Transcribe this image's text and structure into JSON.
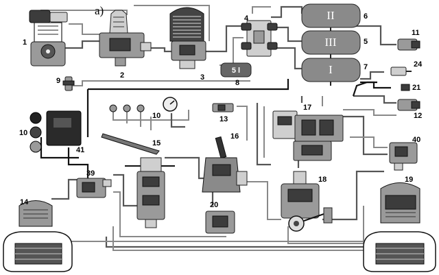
{
  "caption": "a)",
  "tanks": [
    {
      "roman": "II",
      "number": "6"
    },
    {
      "roman": "III",
      "number": "5"
    },
    {
      "roman": "I",
      "number": "7"
    }
  ],
  "small_tank_label": "5 l",
  "labels": {
    "n1": "1",
    "n2": "2",
    "n3": "3",
    "n4": "4",
    "n8": "8",
    "n9": "9",
    "n10a": "10",
    "n10b": "10",
    "n11": "11",
    "n12": "12",
    "n13": "13",
    "n14": "14",
    "n15": "15",
    "n16": "16",
    "n17": "17",
    "n18": "18",
    "n19": "19",
    "n20": "20",
    "n21": "21",
    "n24": "24",
    "n39": "39",
    "n40": "40",
    "n41": "41"
  }
}
